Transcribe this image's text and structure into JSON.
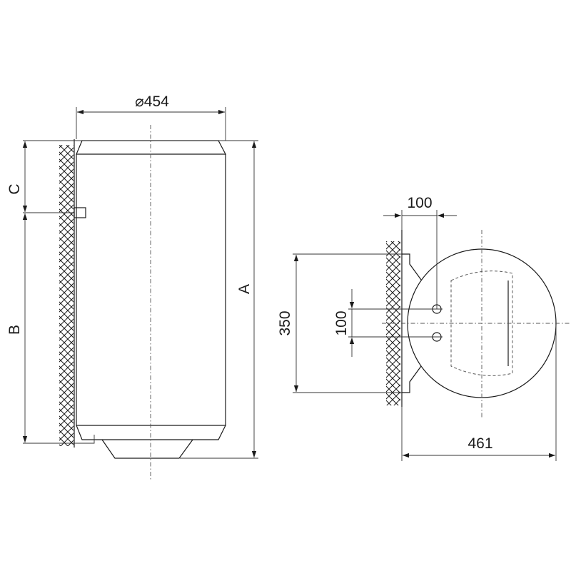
{
  "side_view": {
    "diameter_label": "⌀454",
    "height_label": "A",
    "pipe_offset_label": "C",
    "bracket_span_label": "B"
  },
  "top_view": {
    "wall_offset_label": "100",
    "bracket_height_label": "350",
    "pipe_spacing_label": "100",
    "depth_label": "461"
  }
}
